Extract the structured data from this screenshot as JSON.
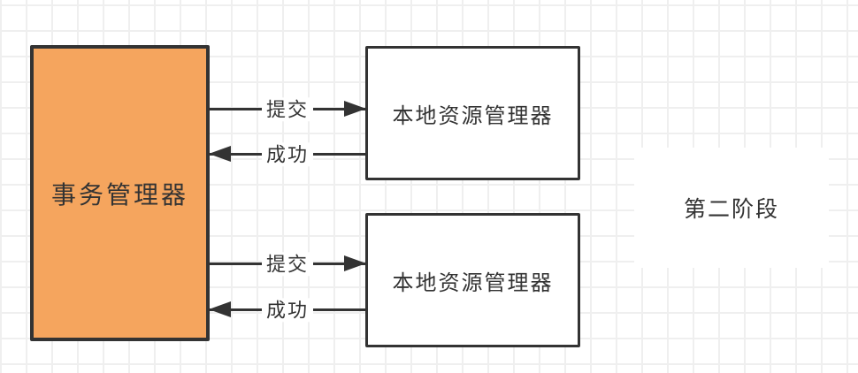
{
  "canvas": {
    "background_color": "#FFFFFF",
    "grid_line_color": "#EFEFEF"
  },
  "nodes": {
    "transaction_manager": {
      "label": "事务管理器",
      "fill": "#F5A55E",
      "stroke": "#333333"
    },
    "resource_manager_top": {
      "label": "本地资源管理器",
      "fill": "#FFFFFF",
      "stroke": "#333333"
    },
    "resource_manager_bottom": {
      "label": "本地资源管理器",
      "fill": "#FFFFFF",
      "stroke": "#333333"
    }
  },
  "edges": {
    "commit_top": {
      "label": "提交",
      "from": "transaction_manager",
      "to": "resource_manager_top",
      "direction": "right"
    },
    "success_top": {
      "label": "成功",
      "from": "resource_manager_top",
      "to": "transaction_manager",
      "direction": "left"
    },
    "commit_bottom": {
      "label": "提交",
      "from": "transaction_manager",
      "to": "resource_manager_bottom",
      "direction": "right"
    },
    "success_bottom": {
      "label": "成功",
      "from": "resource_manager_bottom",
      "to": "transaction_manager",
      "direction": "left"
    }
  },
  "annotation": {
    "phase_label": "第二阶段"
  }
}
